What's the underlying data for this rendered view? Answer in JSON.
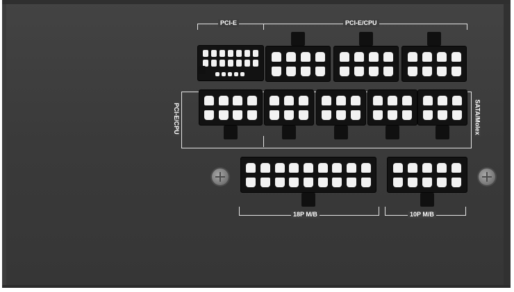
{
  "labels": {
    "pcie_top": "PCI-E",
    "pcie_cpu_top": "PCI-E/CPU",
    "pcie_cpu_left": "PCI-E/CPU",
    "sata_molex": "SATA/Molex",
    "mb_18p": "18P M/B",
    "mb_10p": "10P M/B"
  },
  "colors": {
    "panel": "#3d3d3d",
    "connector": "#121212",
    "pin": "#f2f2f2",
    "bracket": "#e6e6e6"
  },
  "icons": [
    "screw-icon",
    "screw-icon"
  ]
}
